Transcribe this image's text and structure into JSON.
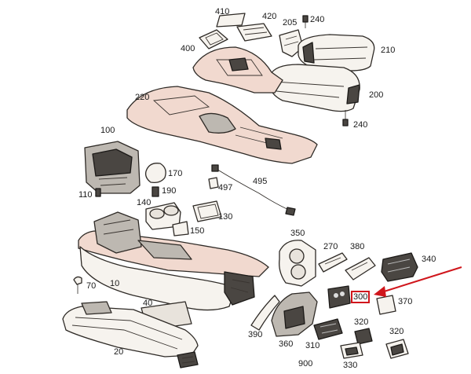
{
  "highlight_color": "#d0161c",
  "callouts": {
    "p410": "410",
    "p420": "420",
    "p205": "205",
    "p240a": "240",
    "p400": "400",
    "p210": "210",
    "p220": "220",
    "p200": "200",
    "p240b": "240",
    "p100": "100",
    "p170": "170",
    "p495": "495",
    "p110": "110",
    "p190": "190",
    "p497": "497",
    "p140": "140",
    "p130": "130",
    "p150": "150",
    "p350": "350",
    "p270": "270",
    "p380": "380",
    "p340": "340",
    "p70": "70",
    "p10": "10",
    "p300": "300",
    "p370": "370",
    "p40": "40",
    "p320a": "320",
    "p390": "390",
    "p360": "360",
    "p310": "310",
    "p320b": "320",
    "p20": "20",
    "p900": "900",
    "p330": "330"
  }
}
